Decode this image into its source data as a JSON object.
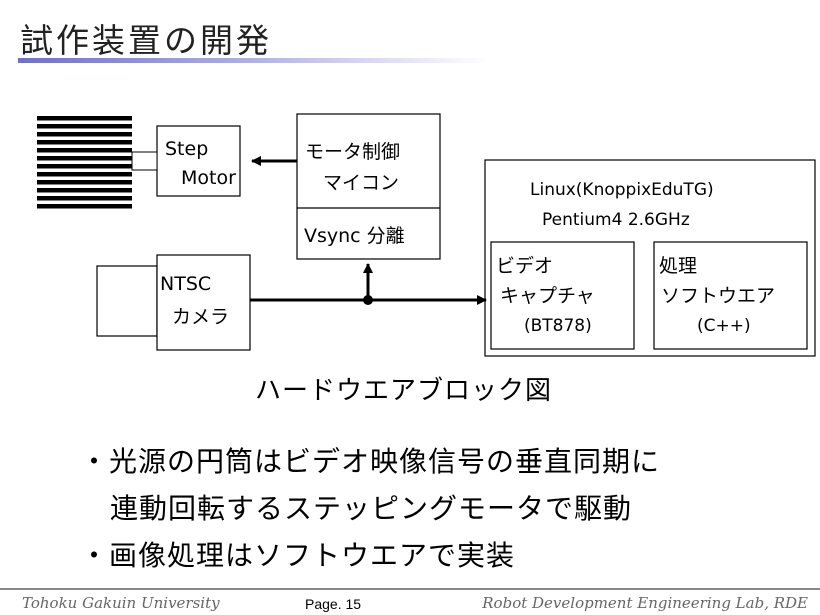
{
  "slide": {
    "title": "試作装置の開発",
    "caption": "ハードウエアブロック図"
  },
  "diagram": {
    "step_motor": [
      "Step",
      "Motor"
    ],
    "motor_control": [
      "モータ制御",
      "マイコン"
    ],
    "vsync": "Vsync 分離",
    "pc_header": [
      "Linux(KnoppixEduTG)",
      "Pentium4 2.6GHz"
    ],
    "video_capture": [
      "ビデオ",
      "キャプチャ",
      "(BT878)"
    ],
    "processing": [
      "処理",
      "ソフトウエア",
      "(C++)"
    ],
    "camera": [
      "NTSC",
      "カメラ"
    ]
  },
  "bullets": [
    "・光源の円筒はビデオ映像信号の垂直同期に",
    "連動回転するステッピングモータで駆動",
    "・画像処理はソフトウエアで実装"
  ],
  "footer": {
    "left": "Tohoku Gakuin University",
    "page": "Page. 15",
    "right": "Robot Development Engineering Lab, RDE"
  }
}
